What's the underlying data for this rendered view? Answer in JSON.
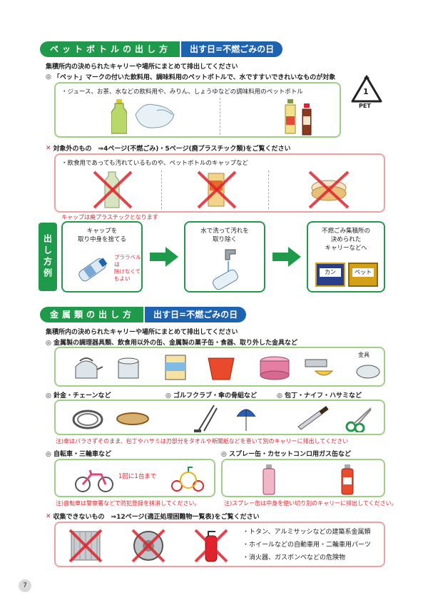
{
  "pet": {
    "title": "ペットボトルの出し方",
    "day": "出す日=不燃ごみの日",
    "instruction": "集積所内の決められたキャリーや場所にまとめて排出してください",
    "target_mark": "◎",
    "target_text": "「ペット」マークの付いた飲料用、調味料用のペットボトルで、水ですすいできれいなものが対象",
    "target_example": "・ジュース、お茶、水などの飲料用や、みりん、しょうゆなどの調味料用のペットボトル",
    "pet_logo_number": "1",
    "pet_logo_text": "PET",
    "excluded_mark": "✕",
    "excluded_text": "対象外のもの　⇒4ページ(不燃ごみ)・5ページ(廃プラスチック類)をご覧ください",
    "excluded_example": "・飲食用であっても汚れているものや、ペットボトルのキャップなど",
    "cap_note": "キャップは廃プラスチックとなります",
    "example_label": "出し方例",
    "step1": "キャップを\n取り中身を捨てる",
    "step1_note": "プララベルは\n除けなくてもよい",
    "step2": "水で洗って汚れを\n取り除く",
    "step3": "不燃ごみ集積所の\n決められた\nキャリーなどへ",
    "bin_can": "カン",
    "bin_pet": "ペット"
  },
  "metal": {
    "title": "金属類の出し方",
    "day": "出す日=不燃ごみの日",
    "instruction": "集積所内の決められたキャリーや場所にまとめて排出してください",
    "item1": "◎ 金属製の調理器具類、飲食用以外の缶、金属製の菓子缶・食器、取り外した金具など",
    "kanagu": "金具",
    "item2": "◎ 針金・チェーンなど",
    "item3": "◎ ゴルフクラブ・傘の骨組など",
    "item4": "◎ 包丁・ナイフ・ハサミなど",
    "note_knife": "注)傘はバラさずそのまま、包丁やハサミは刃部分をタオルや新聞紙などを巻いて別のキャリーに排出してください",
    "item5": "◎ 自転車・三輪車など",
    "bike_note": "1回に1台まで",
    "note_bike": "注)自転車は警察署などで防犯登録を抹消してください。",
    "item6": "◎ スプレー缶・カセットコンロ用ガス缶など",
    "note_spray": "注)スプレー缶は中身を使い切り別のキャリーに排出してください。",
    "not_collect_mark": "✕",
    "not_collect": "収集できないもの　⇒12ページ(適正処理困難物一覧表)をご覧ください",
    "list": [
      "・トタン、アルミサッシなどの建築系金属類",
      "・ホイールなどの自動車用・二輪車用パーツ",
      "・消火器、ガスボンベなどの危険物"
    ]
  },
  "page_number": "7"
}
